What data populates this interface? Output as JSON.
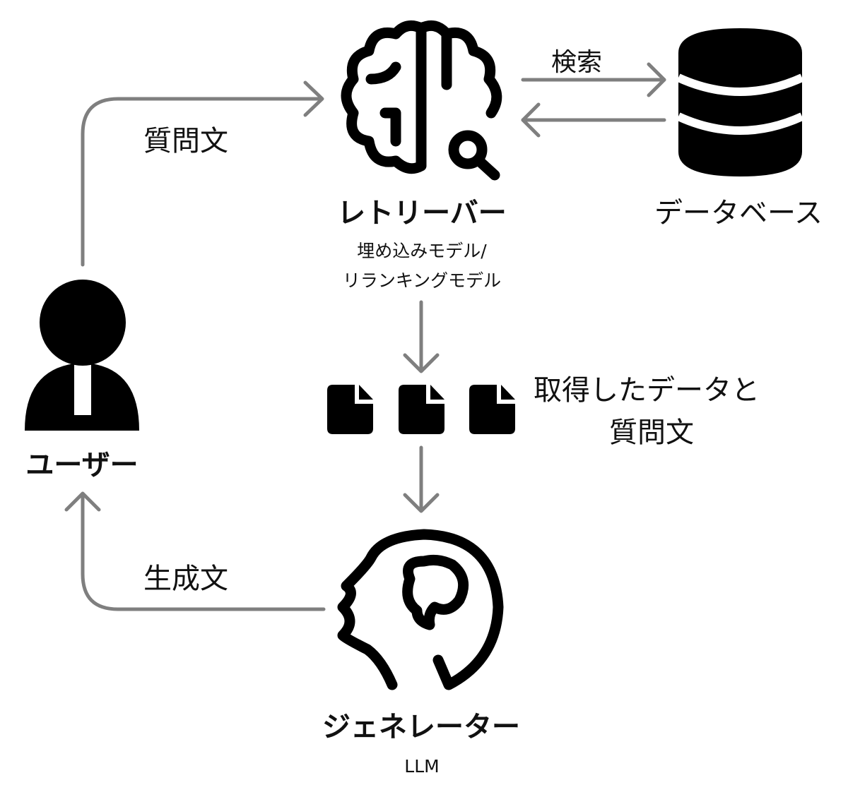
{
  "nodes": {
    "user": {
      "label": "ユーザー"
    },
    "retriever": {
      "label": "レトリーバー",
      "sub1": "埋め込みモデル/",
      "sub2": "リランキングモデル"
    },
    "database": {
      "label": "データベース"
    },
    "generator": {
      "label": "ジェネレーター",
      "sub": "LLM"
    },
    "documents": {
      "label1": "取得したデータと",
      "label2": "質問文"
    }
  },
  "edges": {
    "question": "質問文",
    "search": "検索",
    "generated": "生成文"
  },
  "colors": {
    "arrow": "#7f7f7f",
    "icon": "#000000"
  }
}
